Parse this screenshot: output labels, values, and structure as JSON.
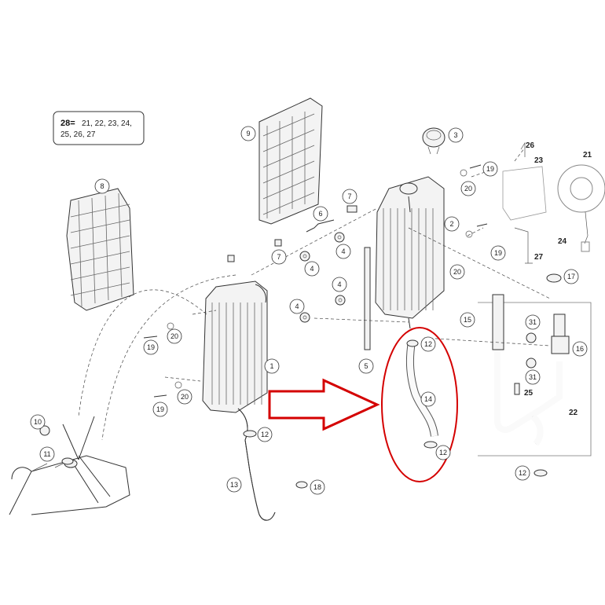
{
  "kit_box": {
    "number": "28",
    "equals": "=",
    "line1": "21, 22, 23, 24,",
    "line2": "25, 26, 27"
  },
  "circled_labels": [
    "9",
    "8",
    "3",
    "19",
    "20",
    "7",
    "6",
    "2",
    "5",
    "4",
    "4",
    "4",
    "4",
    "7",
    "19",
    "20",
    "1",
    "17",
    "15",
    "16",
    "12",
    "14",
    "12",
    "20",
    "19",
    "10",
    "11",
    "12",
    "13",
    "18",
    "31",
    "31",
    "12",
    "19",
    "20"
  ],
  "plain_labels": [
    "21",
    "22",
    "23",
    "24",
    "25",
    "26",
    "27"
  ],
  "highlight": {
    "color": "#d40000"
  },
  "arrow": {
    "color": "#d40000"
  }
}
